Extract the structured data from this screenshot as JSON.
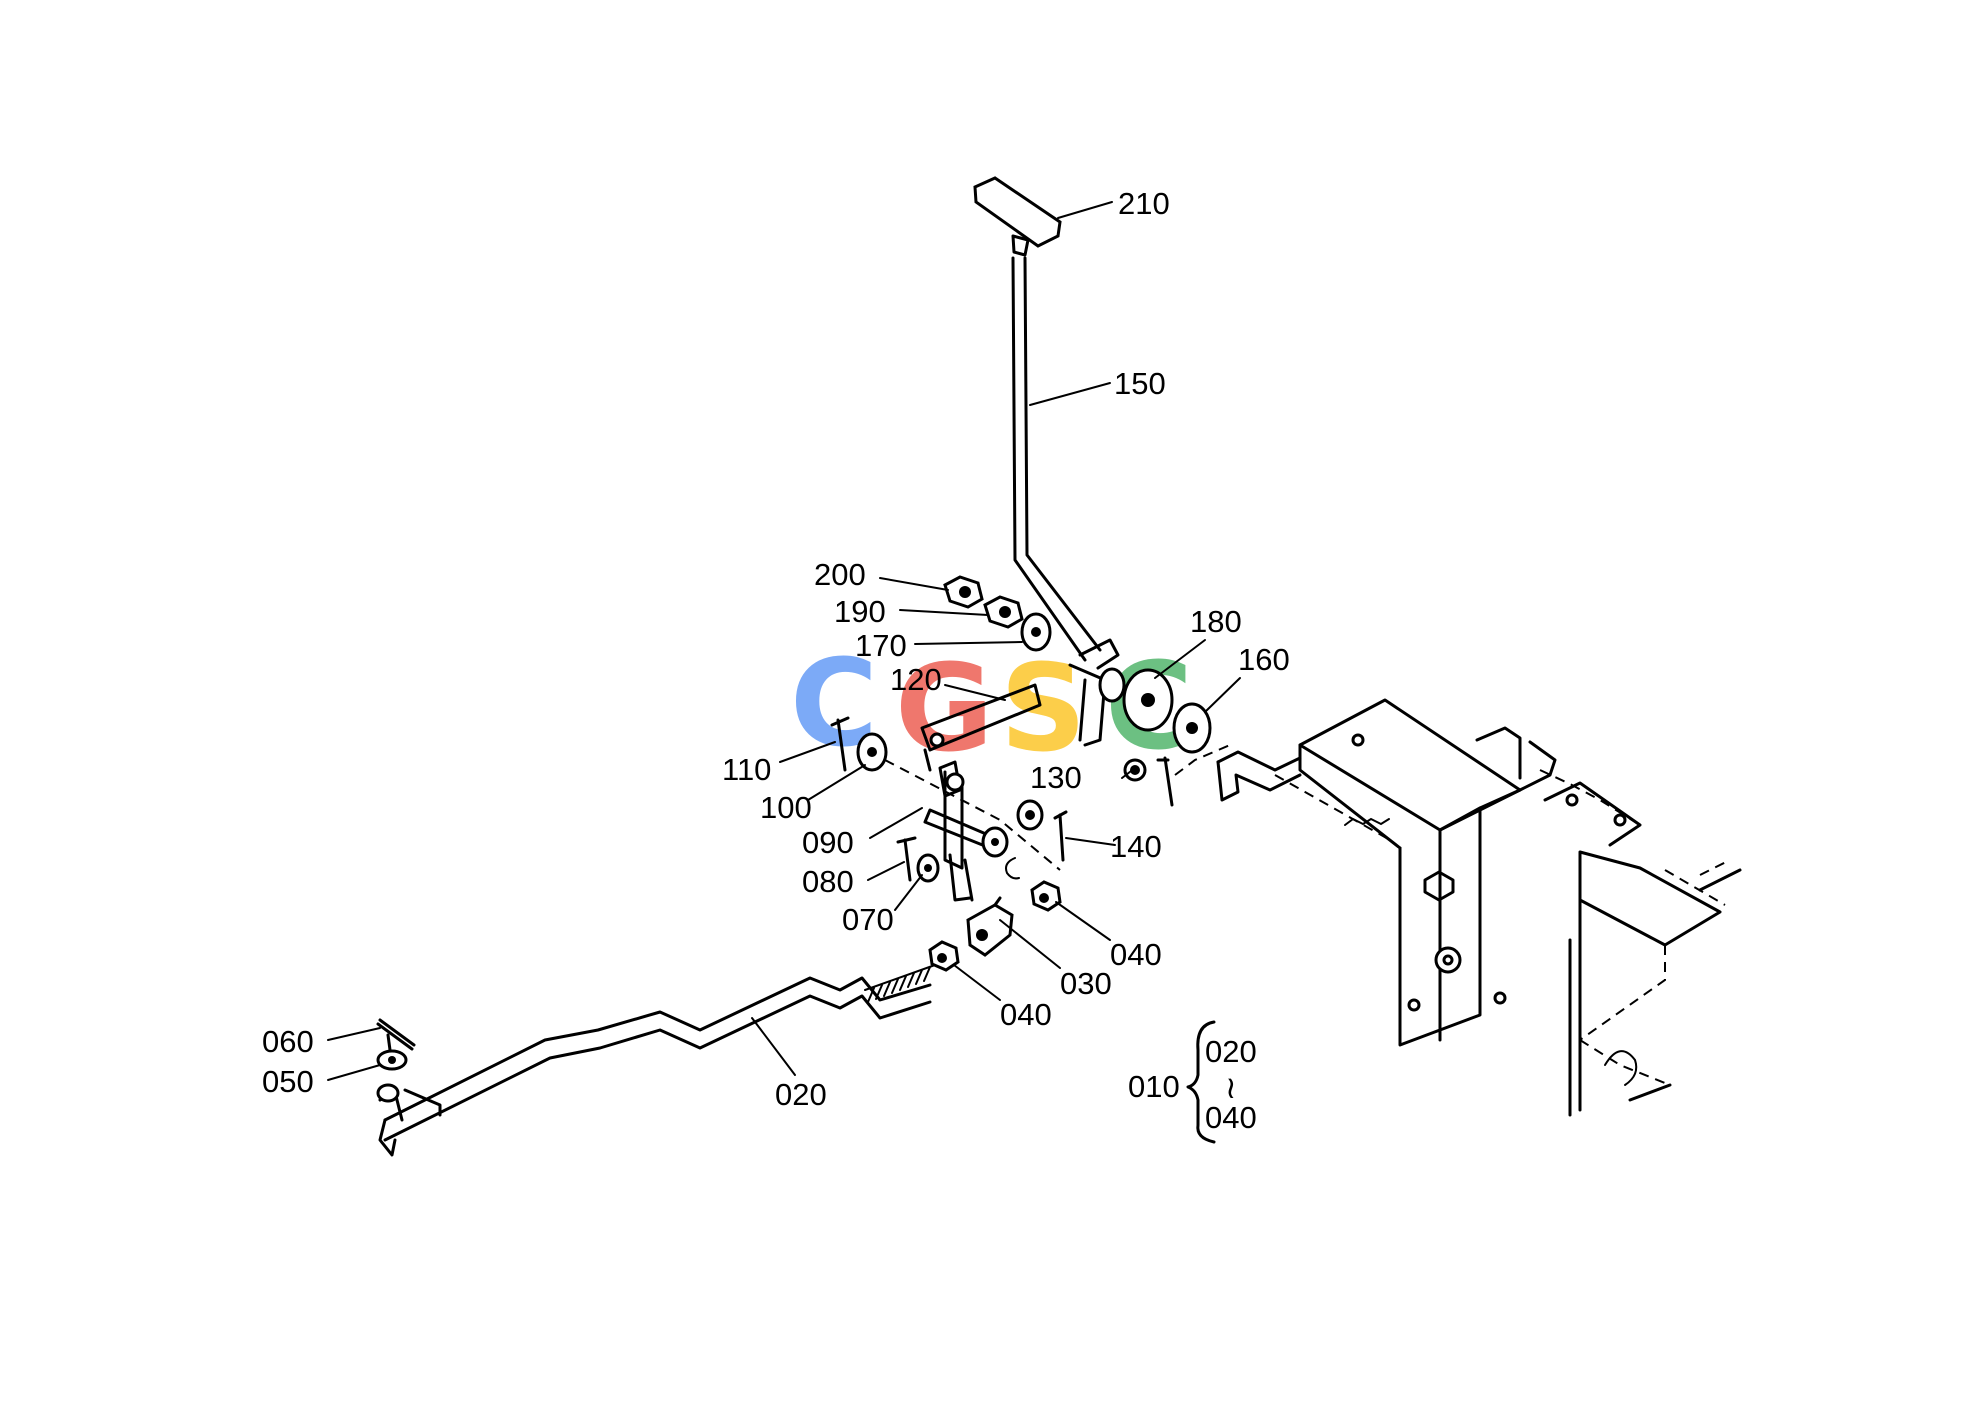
{
  "labels": {
    "p210": "210",
    "p150": "150",
    "p200": "200",
    "p190": "190",
    "p170": "170",
    "p180": "180",
    "p160": "160",
    "p120": "120",
    "p110": "110",
    "p100": "100",
    "p130": "130",
    "p140": "140",
    "p090": "090",
    "p080": "080",
    "p070": "070",
    "p040a": "040",
    "p030": "030",
    "p040b": "040",
    "p060": "060",
    "p050": "050",
    "p020": "020"
  },
  "assembly_note": {
    "parent": "010",
    "range_start": "020",
    "range_sep": "≀",
    "range_end": "040"
  },
  "watermark": {
    "letters": [
      "C",
      "G",
      "S",
      "C"
    ],
    "colors": [
      "#4a8af4",
      "#ea4335",
      "#fbbc05",
      "#34a853"
    ]
  }
}
